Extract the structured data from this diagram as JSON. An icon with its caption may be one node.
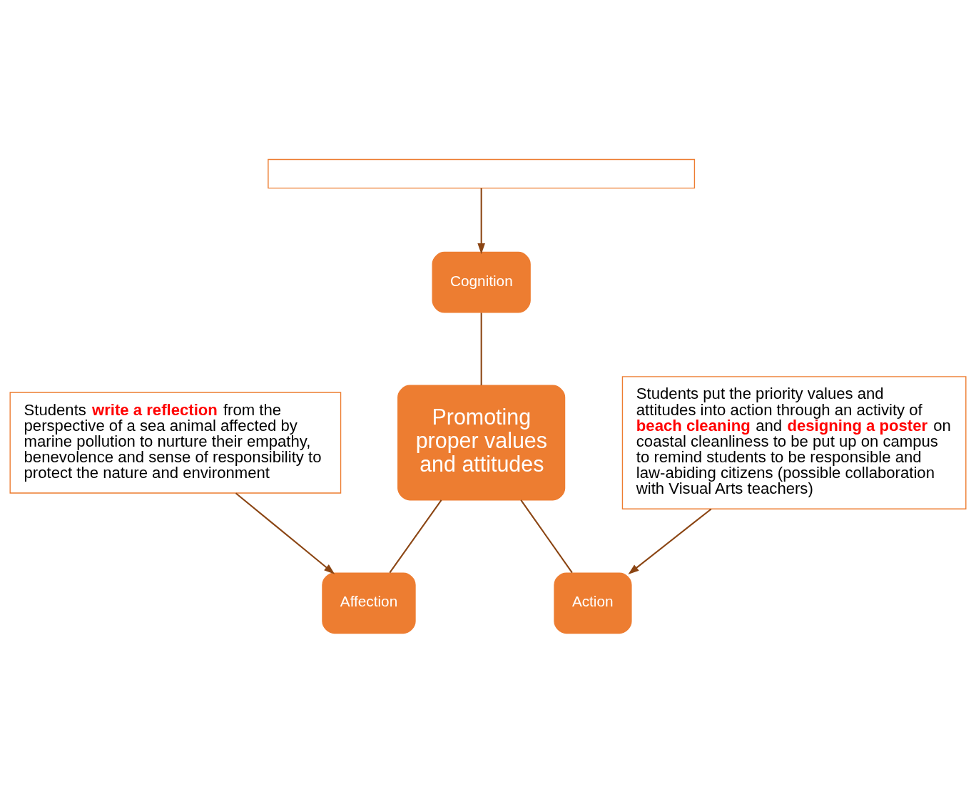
{
  "diagram": {
    "nodes": [
      {
        "text": [],
        "shape": "box"
      },
      {
        "text": [
          "Cognition"
        ]
      },
      {
        "text": [
          "Promoting proper values and attitudes"
        ]
      },
      {
        "text": [
          "Affection"
        ]
      },
      {
        "text": [
          "Action"
        ]
      },
      {
        "text": [
          "Students **write a reflection** from the perspective of a sea animal affected by marine pollution to nurture their empathy, benevolence and sense of responsibility to protect the nature and environment"
        ]
      },
      {
        "text": [
          "Students put the priority values and attitudes into action through an activity of **beach cleaning** and **designing a poster** on coastal cleanliness to be put up on campus to remind students to be responsible and law-abiding citizens (possible collaboration with Visual Arts teachers)"
        ]
      }
    ],
    "edges": [
      {
        "from": 0,
        "to": 1,
        "arrow": "to"
      },
      {
        "from": 1,
        "to": 2,
        "arrow": "none"
      },
      {
        "from": 2,
        "to": 3,
        "arrow": "none"
      },
      {
        "from": 2,
        "to": 4,
        "arrow": "none"
      },
      {
        "from": 5,
        "to": 3,
        "arrow": "to"
      },
      {
        "from": 6,
        "to": 4,
        "arrow": "to"
      }
    ]
  }
}
